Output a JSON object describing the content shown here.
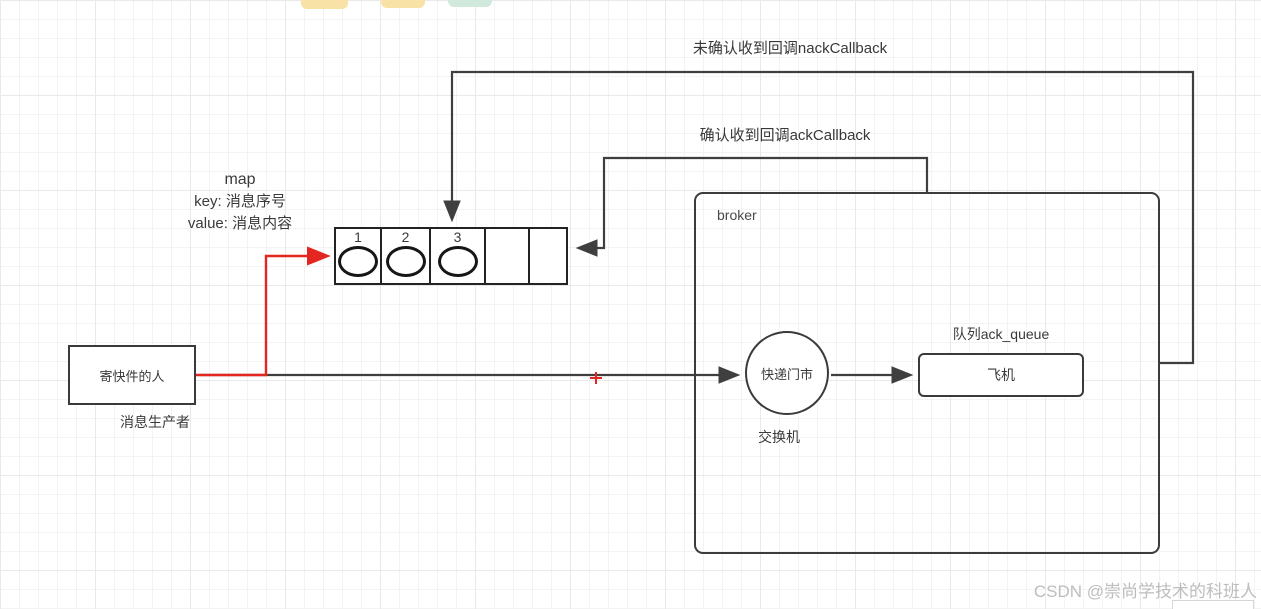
{
  "canvas": {
    "background": "#ffffff",
    "grid_color": "#e9e9e9",
    "line_color": "#3f3f3f",
    "accent_red": "#e3261f",
    "watermark_color": "#bdbdbd",
    "palette_yellow": "#f8e2a6",
    "palette_green": "#d0e9dc"
  },
  "labels": {
    "nack_callout": "未确认收到回调nackCallback",
    "ack_callout": "确认收到回调ackCallback",
    "map_title": "map",
    "map_key": "key: 消息序号",
    "map_value": "value: 消息内容",
    "producer_box": "寄快件的人",
    "producer_caption": "消息生产者",
    "broker": "broker",
    "exchange_circle": "快递门市",
    "exchange_caption": "交换机",
    "queue_caption": "队列ack_queue",
    "queue_box": "飞机",
    "watermark": "CSDN @崇尚学技术的科班人"
  },
  "message_queue": {
    "cells": [
      {
        "label": "1",
        "has_message": true
      },
      {
        "label": "2",
        "has_message": true
      },
      {
        "label": "3",
        "has_message": true
      },
      {
        "label": "",
        "has_message": false
      },
      {
        "label": "",
        "has_message": false
      }
    ]
  }
}
